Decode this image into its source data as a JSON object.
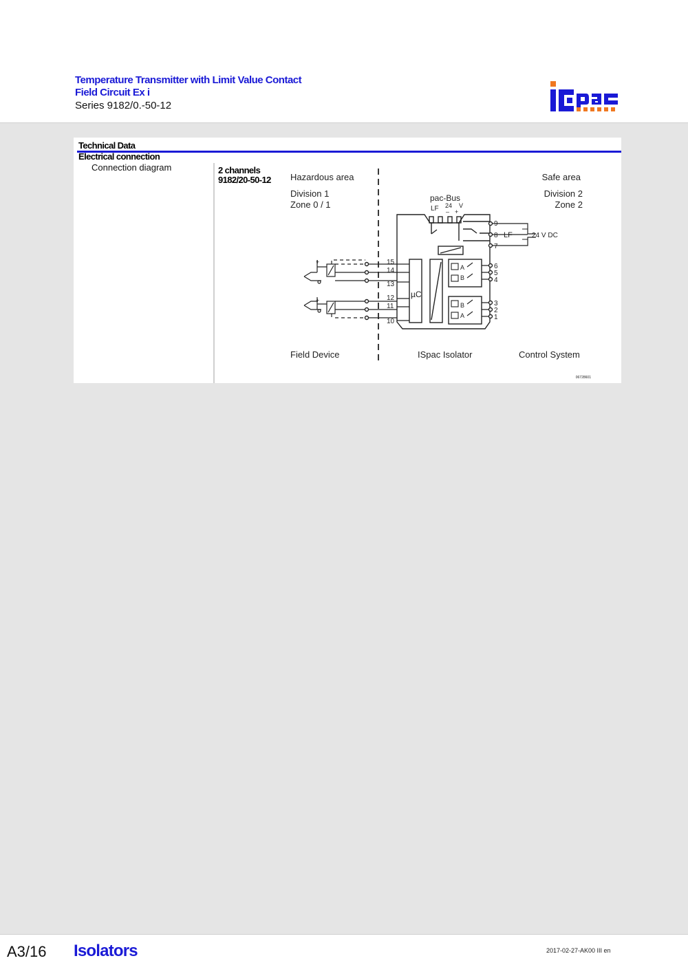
{
  "header": {
    "title_line1": "Temperature Transmitter with Limit Value Contact",
    "title_line2": "Field Circuit Ex i",
    "series": "Series 9182/0.-50-12",
    "logo_text": "ISpac"
  },
  "section": {
    "title": "Technical Data",
    "subtitle": "Electrical connection",
    "row_label": "Connection diagram",
    "channels_label": "2 channels",
    "model": "9182/20-50-12"
  },
  "diagram": {
    "hazardous_area": "Hazardous area",
    "safe_area": "Safe area",
    "division1": "Division 1",
    "zone01": "Zone 0 / 1",
    "division2": "Division 2",
    "zone2": "Zone 2",
    "pacbus": "pac-Bus",
    "lf": "LF",
    "v24": "24",
    "v_unit": "V",
    "minus": "–",
    "plus": "+",
    "mu_c": "µC",
    "term_right": [
      "9",
      "8",
      "7",
      "6",
      "5",
      "4",
      "3",
      "2",
      "1"
    ],
    "term_left": [
      "15",
      "14",
      "13",
      "12",
      "11",
      "10"
    ],
    "lf_right": "LF",
    "supply": "24  V DC",
    "relay_a": "A",
    "relay_b": "B",
    "field_device": "Field Device",
    "isolator": "ISpac Isolator",
    "control_system": "Control System",
    "drawing_code": "06728601"
  },
  "footer": {
    "page": "A3/16",
    "section": "Isolators",
    "doc_code": "2017-02-27-AK00 III en"
  },
  "colors": {
    "accent": "#1a1ad6",
    "logo_orange": "#f07820",
    "page_bg": "#e5e5e5"
  }
}
